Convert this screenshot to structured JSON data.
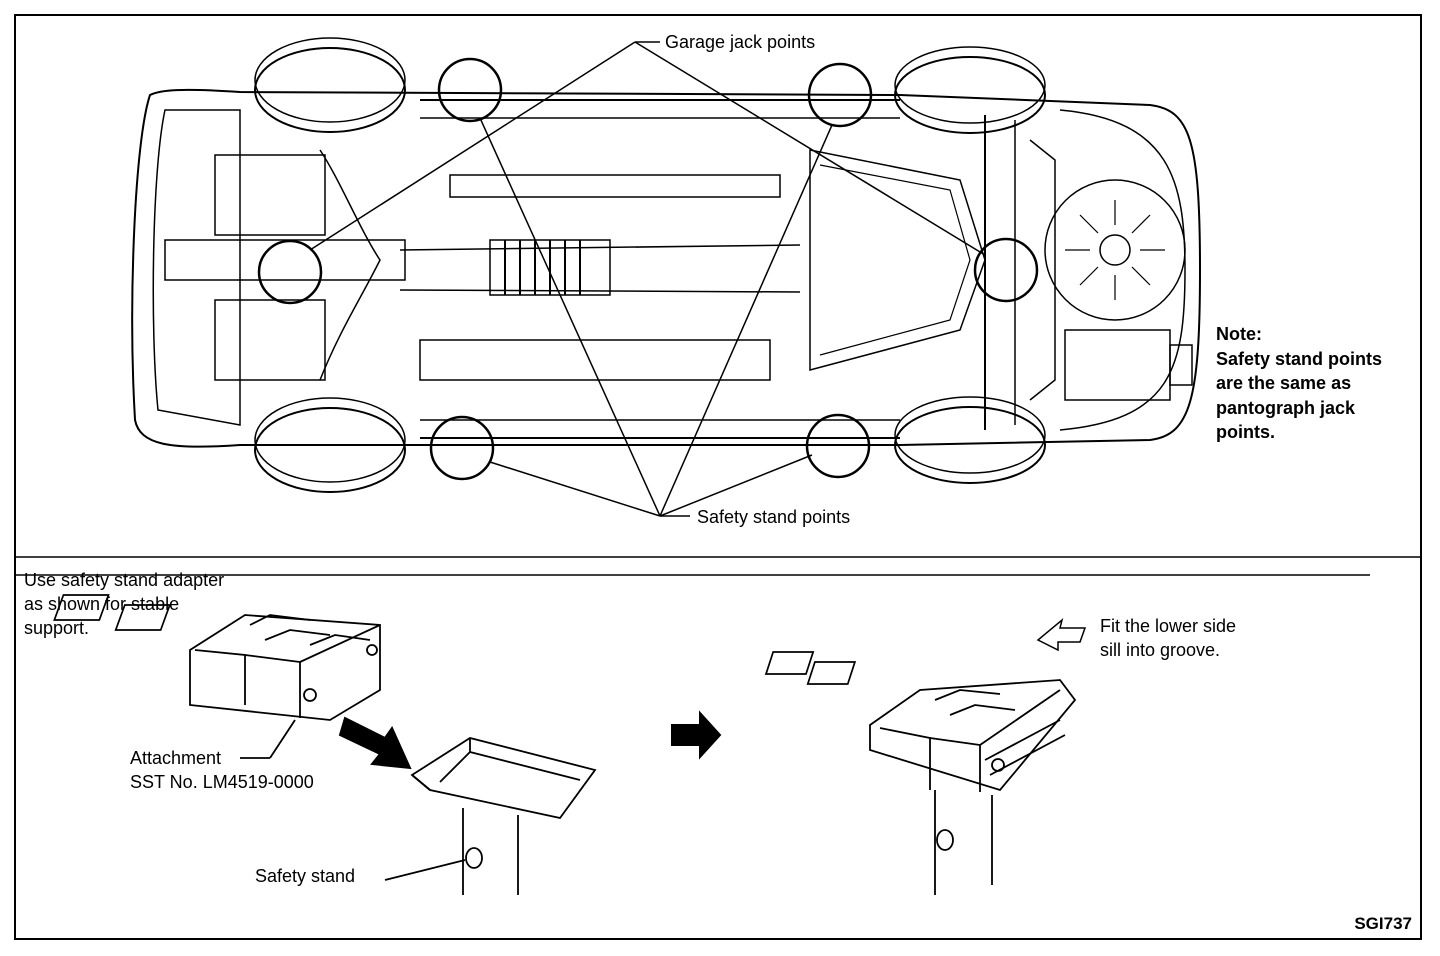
{
  "labels": {
    "garage_jack_points": "Garage jack points",
    "safety_stand_points": "Safety stand points",
    "note_lines": [
      "Note:",
      "Safety stand points",
      "are the same as",
      "pantograph jack",
      "points."
    ],
    "adapter_instruction_lines": [
      "Use safety stand adapter",
      "as shown for stable",
      "support."
    ],
    "attachment_lines": [
      "Attachment",
      "SST No. LM4519-0000"
    ],
    "safety_stand": "Safety stand",
    "fit_instruction_lines": [
      "Fit the lower side",
      "sill into groove."
    ],
    "figure_code": "SGI737"
  }
}
